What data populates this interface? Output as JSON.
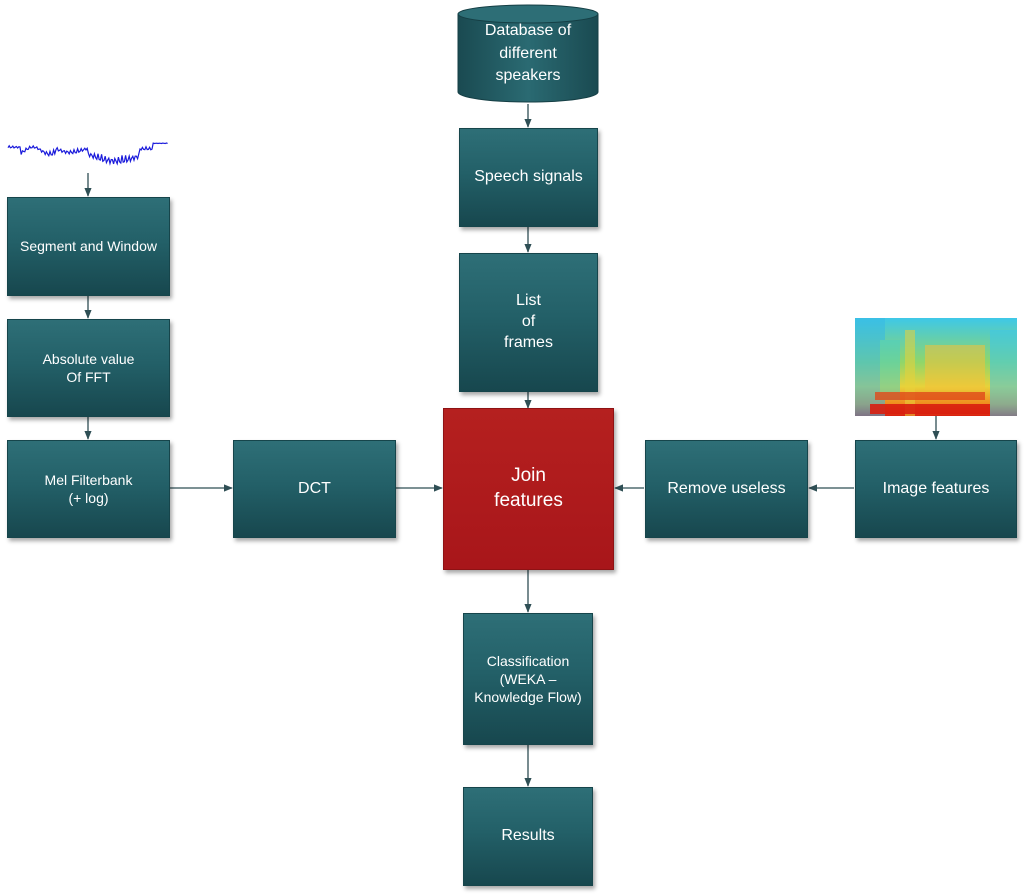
{
  "nodes": {
    "database": "Database of\ndifferent\nspeakers",
    "speech_signals": "Speech signals",
    "list_of_frames": "List\nof\nframes",
    "segment_window": "Segment and Window",
    "abs_fft": "Absolute value\nOf FFT",
    "mel_filterbank": "Mel Filterbank\n(+ log)",
    "dct": "DCT",
    "join_features": "Join\nfeatures",
    "remove_useless": "Remove useless",
    "image_features": "Image features",
    "classification": "Classification\n(WEKA –\nKnowledge Flow)",
    "results": "Results"
  },
  "colors": {
    "box": "#236068",
    "join": "#a8161a",
    "waveform": "#1a1adb",
    "arrow": "#2f4f55"
  },
  "icons": {
    "waveform": "waveform-icon",
    "spectrogram": "spectrogram-icon"
  }
}
